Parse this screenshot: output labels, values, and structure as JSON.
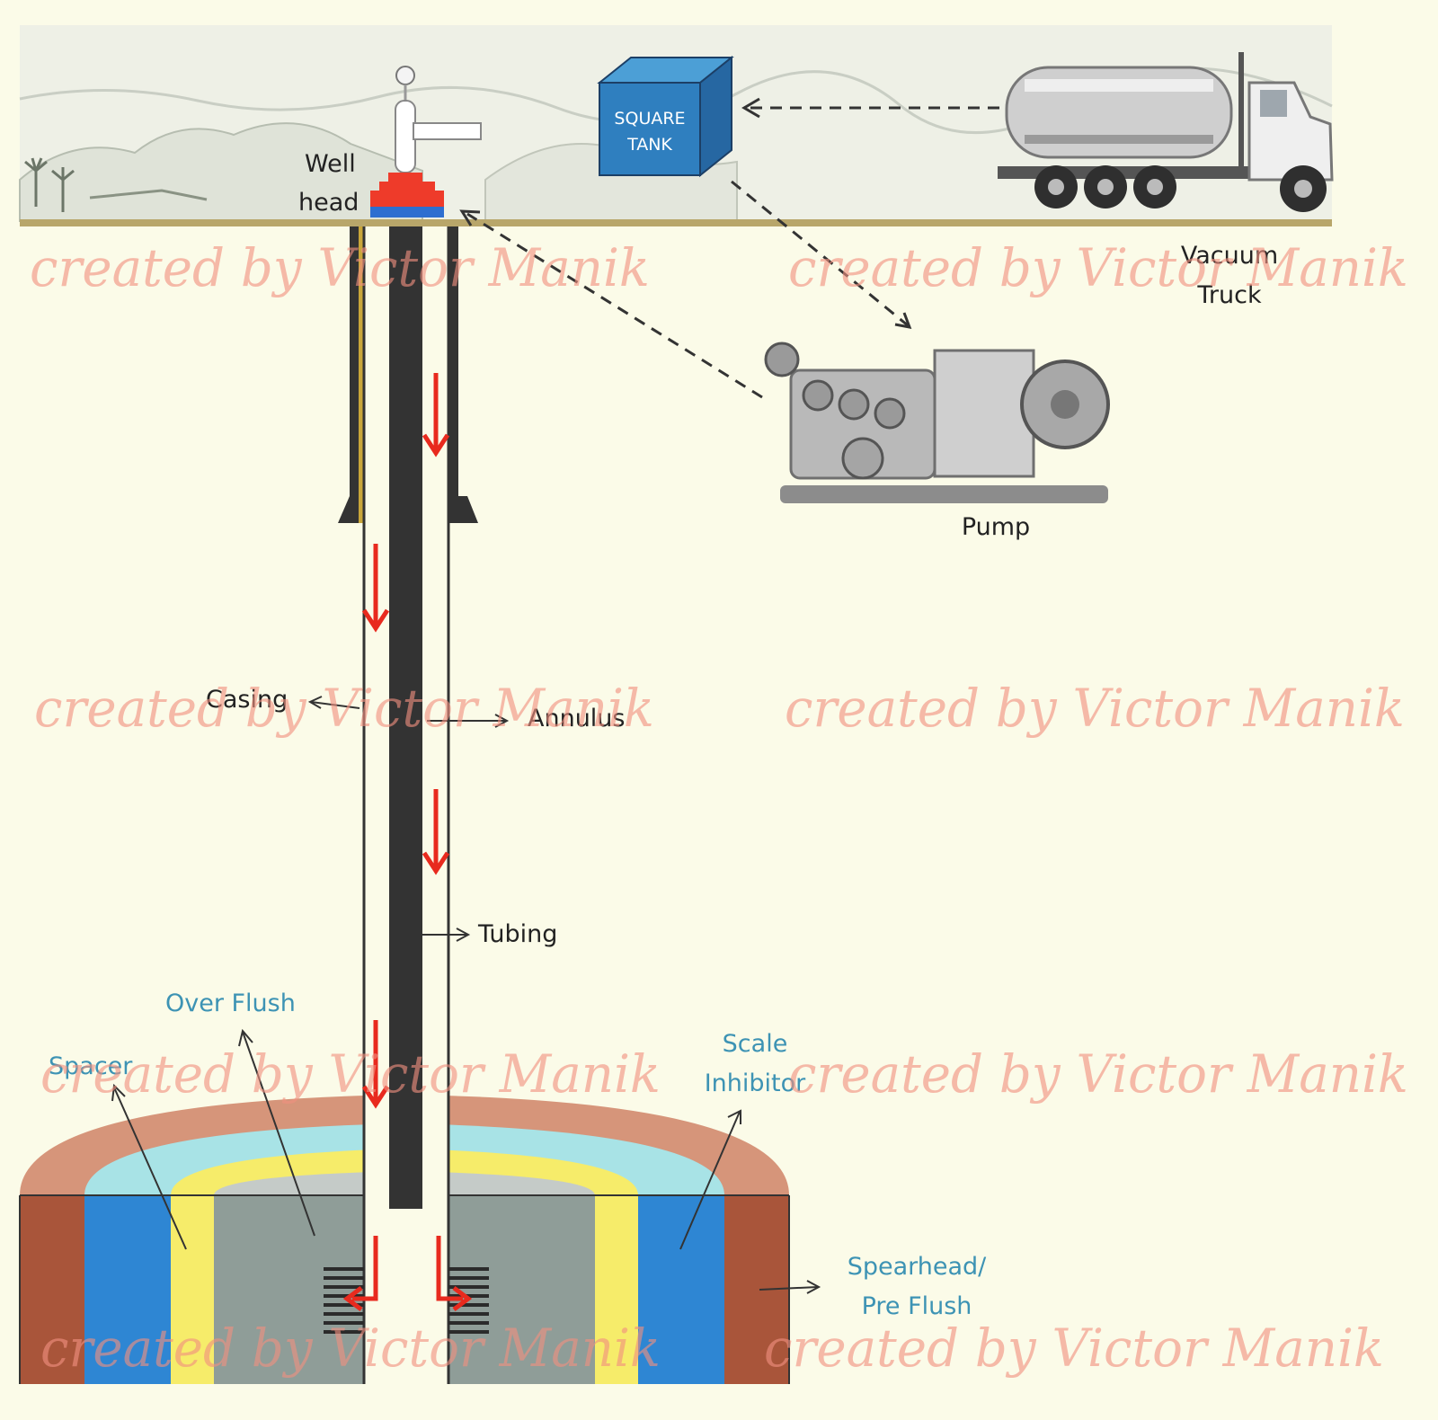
{
  "colors": {
    "background": "#fbfbe8",
    "ground_line": "#b8a66a",
    "tank_blue": "#2f7fbf",
    "wellhead_red": "#ee3b2a",
    "flow_arrow_red": "#e82a1e",
    "tubing": "#333333",
    "zone_spearhead": "#a9553a",
    "zone_scale_inhibitor": "#2e86d3",
    "zone_spacer": "#f6ec6a",
    "zone_overflush": "#8f9d98",
    "label_teal": "#3d93b4",
    "watermark": "#f08f80"
  },
  "labels": {
    "well_head_line1": "Well",
    "well_head_line2": "head",
    "square_tank_line1": "SQUARE",
    "square_tank_line2": "TANK",
    "vacuum_truck_line1": "Vacuum",
    "vacuum_truck_line2": "Truck",
    "pump": "Pump",
    "casing": "Casing",
    "annulus": "Annulus",
    "tubing": "Tubing",
    "over_flush": "Over Flush",
    "spacer": "Spacer",
    "scale_inhibitor_line1": "Scale",
    "scale_inhibitor_line2": "Inhibitor",
    "spearhead_line1": "Spearhead/",
    "spearhead_line2": "Pre Flush"
  },
  "watermark": {
    "text": "created by Victor Manik"
  },
  "icons": {
    "wellhead": "wellhead-icon",
    "tank": "square-tank-icon",
    "truck": "vacuum-truck-icon",
    "pump": "pump-icon",
    "landscape": "landscape-icon"
  }
}
